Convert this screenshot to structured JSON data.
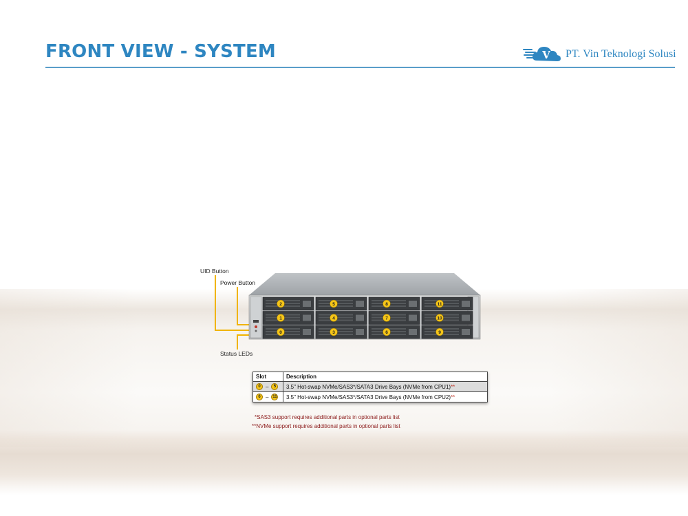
{
  "header": {
    "title": "FRONT VIEW - SYSTEM",
    "brand_name": "PT. Vin Teknologi Solusi",
    "brand_logo_letter": "V",
    "accent_color": "#2e86c1"
  },
  "callouts": {
    "uid_button": "UID Button",
    "power_button": "Power Button",
    "status_leds": "Status LEDs",
    "line_color": "#f0b400"
  },
  "drive_bays": {
    "rows": [
      [
        "2",
        "5",
        "8",
        "11"
      ],
      [
        "1",
        "4",
        "7",
        "10"
      ],
      [
        "0",
        "3",
        "6",
        "9"
      ]
    ],
    "badge_color": "#f5c518"
  },
  "slot_table": {
    "headers": [
      "Slot",
      "Description"
    ],
    "rows": [
      {
        "from": "0",
        "sep": "–",
        "to": "5",
        "description": "3.5\" Hot-swap NVMe/SAS3*/SATA3 Drive Bays (NVMe from CPU1)",
        "mark": "**"
      },
      {
        "from": "6",
        "sep": "–",
        "to": "11",
        "description": "3.5\" Hot-swap NVMe/SAS3*/SATA3 Drive Bays (NVMe from CPU2)",
        "mark": "**"
      }
    ]
  },
  "footnotes": [
    "*SAS3 support requires additional parts in optional parts list",
    "**NVMe support requires additional parts in optional parts list"
  ]
}
